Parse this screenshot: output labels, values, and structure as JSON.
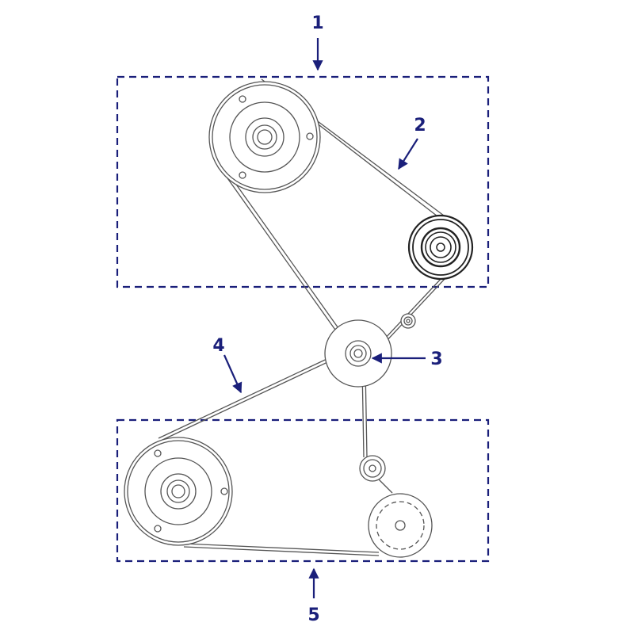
{
  "colors": {
    "callout": "#1a1f7a",
    "line": "#555555",
    "dark": "#222222",
    "background": "#ffffff"
  },
  "callouts": {
    "c1": "1",
    "c2": "2",
    "c3": "3",
    "c4": "4",
    "c5": "5"
  }
}
